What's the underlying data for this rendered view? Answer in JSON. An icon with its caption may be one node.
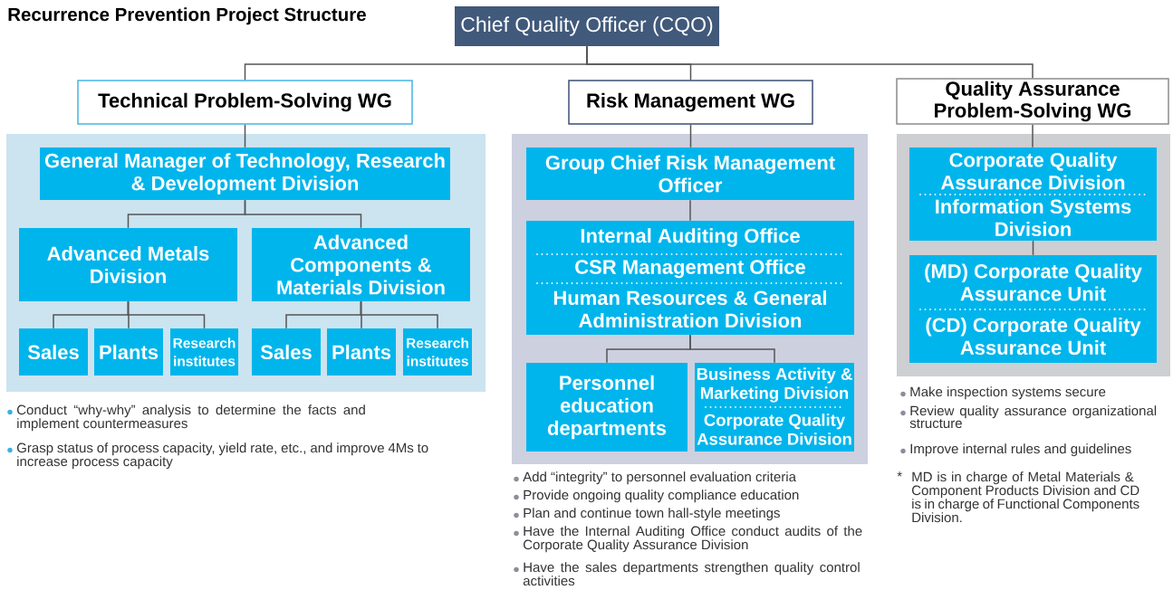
{
  "diagram": {
    "title": "Recurrence Prevention Project Structure",
    "nodes": [
      {
        "text": [
          "Chief Quality Officer (CQO)"
        ]
      },
      {
        "text": [
          "Technical Problem-Solving WG"
        ]
      },
      {
        "text": [
          "Risk Management WG"
        ]
      },
      {
        "text": [
          "Quality Assurance Problem-Solving WG"
        ]
      },
      {
        "text": [
          "General Manager of Technology, Research & Development Division"
        ]
      },
      {
        "text": [
          "Advanced Metals Division"
        ]
      },
      {
        "text": [
          "Advanced Components & Materials Division"
        ]
      },
      {
        "text": [
          "Sales"
        ]
      },
      {
        "text": [
          "Plants"
        ]
      },
      {
        "text": [
          "Research institutes"
        ]
      },
      {
        "text": [
          "Sales"
        ]
      },
      {
        "text": [
          "Plants"
        ]
      },
      {
        "text": [
          "Research institutes"
        ]
      },
      {
        "text": [
          "Group Chief Risk Management Officer"
        ]
      },
      {
        "text": [
          "Internal Auditing Office",
          "CSR Management Office",
          "Human Resources & General Administration Division"
        ]
      },
      {
        "text": [
          "Personnel education departments"
        ]
      },
      {
        "text": [
          "Business Activity & Marketing Division",
          "Corporate Quality Assurance Division"
        ]
      },
      {
        "text": [
          "Corporate Quality Assurance Division",
          "Information Systems Division"
        ]
      },
      {
        "text": [
          "(MD) Corporate Quality Assurance Unit",
          "(CD) Corporate Quality Assurance Unit"
        ]
      }
    ],
    "edges": [
      {
        "from": 0,
        "to": 1,
        "arrow": "none"
      },
      {
        "from": 0,
        "to": 2,
        "arrow": "none"
      },
      {
        "from": 0,
        "to": 3,
        "arrow": "none"
      },
      {
        "from": 1,
        "to": 4,
        "arrow": "none"
      },
      {
        "from": 4,
        "to": 5,
        "arrow": "none"
      },
      {
        "from": 4,
        "to": 6,
        "arrow": "none"
      },
      {
        "from": 5,
        "to": 7,
        "arrow": "none"
      },
      {
        "from": 5,
        "to": 8,
        "arrow": "none"
      },
      {
        "from": 5,
        "to": 9,
        "arrow": "none"
      },
      {
        "from": 6,
        "to": 10,
        "arrow": "none"
      },
      {
        "from": 6,
        "to": 11,
        "arrow": "none"
      },
      {
        "from": 6,
        "to": 12,
        "arrow": "none"
      },
      {
        "from": 2,
        "to": 13,
        "arrow": "none"
      },
      {
        "from": 13,
        "to": 14,
        "arrow": "none"
      },
      {
        "from": 14,
        "to": 15,
        "arrow": "none"
      },
      {
        "from": 14,
        "to": 16,
        "arrow": "none"
      },
      {
        "from": 3,
        "to": 17,
        "arrow": "none"
      },
      {
        "from": 17,
        "to": 18,
        "arrow": "none"
      }
    ],
    "labels": [
      "Conduct “why-why” analysis to determine the facts and implement countermeasures",
      "Grasp status of process capacity, yield rate, etc., and improve 4Ms to increase process capacity",
      "Add “integrity” to personnel evaluation criteria",
      "Provide ongoing quality compliance education",
      "Plan and continue town hall-style meetings",
      "Have the Internal Auditing Office conduct audits of the Corporate Quality Assurance Division",
      "Have the sales departments strengthen quality control activities",
      "Make inspection systems secure",
      "Review quality assurance organizational structure",
      "Improve internal rules and guidelines",
      "*",
      "MD is in charge of Metal Materials & Component Products Division and CD is in charge of Functional Components Division."
    ]
  }
}
